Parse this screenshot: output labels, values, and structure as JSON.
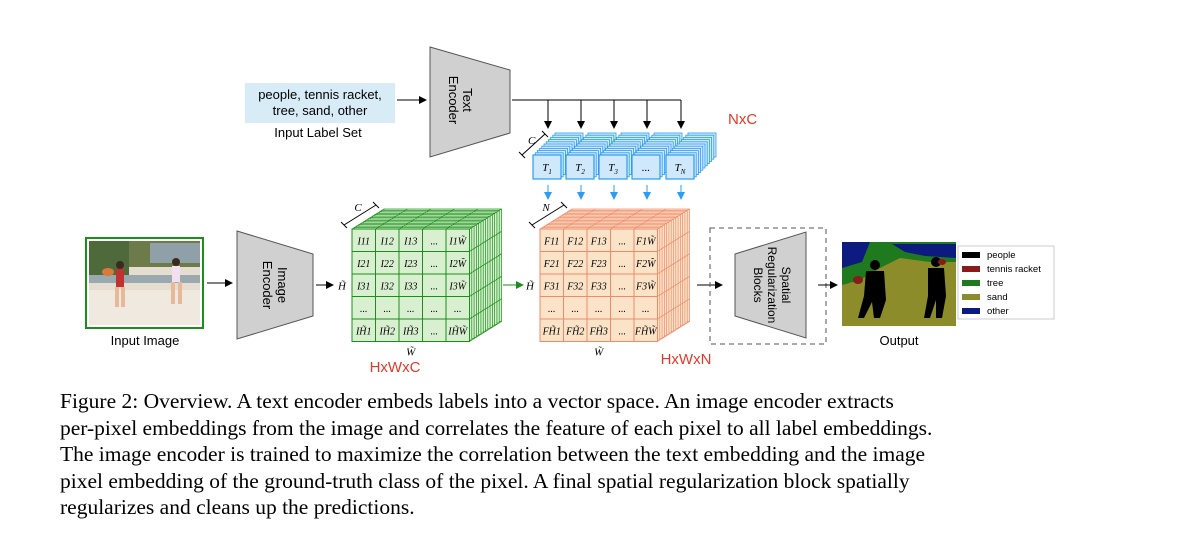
{
  "input_label_set": {
    "line1": "people, tennis racket,",
    "line2": "tree, sand, other",
    "caption": "Input Label Set"
  },
  "text_encoder": {
    "line1": "Text",
    "line2": "Encoder"
  },
  "image_encoder": {
    "line1": "Image",
    "line2": "Encoder"
  },
  "input_image_label": "Input Image",
  "nxc_label": "NxC",
  "text_embeddings": {
    "dim_label": "C",
    "tokens": [
      {
        "base": "T",
        "sub": "1"
      },
      {
        "base": "T",
        "sub": "2"
      },
      {
        "base": "T",
        "sub": "3"
      },
      {
        "base": "...",
        "sub": ""
      },
      {
        "base": "T",
        "sub": "N"
      }
    ]
  },
  "image_grid": {
    "depth_label": "C",
    "h_label": "H̃",
    "w_label": "W̃",
    "dims_label": "HxWxC",
    "rows": [
      [
        "I11",
        "I12",
        "I13",
        "...",
        "I1W̃"
      ],
      [
        "I21",
        "I22",
        "I23",
        "...",
        "I2W̃"
      ],
      [
        "I31",
        "I32",
        "I33",
        "...",
        "I3W̃"
      ],
      [
        "...",
        "...",
        "...",
        "...",
        "..."
      ],
      [
        "IH̃1",
        "IH̃2",
        "IH̃3",
        "...",
        "IH̃W̃"
      ]
    ]
  },
  "feature_grid": {
    "depth_label": "N",
    "h_label": "H̃",
    "w_label": "W̃",
    "dims_label": "HxWxN",
    "rows": [
      [
        "F11",
        "F12",
        "F13",
        "...",
        "F1W̃"
      ],
      [
        "F21",
        "F22",
        "F23",
        "...",
        "F2W̃"
      ],
      [
        "F31",
        "F32",
        "F33",
        "...",
        "F3W̃"
      ],
      [
        "...",
        "...",
        "...",
        "...",
        "..."
      ],
      [
        "FH̃1",
        "FH̃2",
        "FH̃3",
        "...",
        "FH̃W̃"
      ]
    ]
  },
  "spatial_block": {
    "line1": "Spatial",
    "line2": "Regularization",
    "line3": "Blocks"
  },
  "output_label": "Output",
  "legend": [
    {
      "label": "people",
      "color": "#000000"
    },
    {
      "label": "tennis racket",
      "color": "#8b1a1a"
    },
    {
      "label": "tree",
      "color": "#1f7a1f"
    },
    {
      "label": "sand",
      "color": "#8c8c2a"
    },
    {
      "label": "other",
      "color": "#0d1a80"
    }
  ],
  "colors": {
    "green_grid": "#1a8f1a",
    "green_fill": "#d8f0d0",
    "orange_grid": "#f08a6a",
    "orange_fill": "#fbe3c8",
    "blue_token": "#2a9df4",
    "blue_fill": "#cfe8fb",
    "red_text": "#e03a2a",
    "encoder_fill": "#d0d0d0"
  },
  "caption": [
    "Figure 2: Overview. A text encoder embeds labels into a vector space. An image encoder extracts",
    "per-pixel embeddings from the image and correlates the feature of each pixel to all label embeddings.",
    "The image encoder is trained to maximize the correlation between the text embedding and the image",
    "pixel embedding of the ground-truth class of the pixel. A final spatial regularization block spatially",
    "regularizes and cleans up the predictions."
  ]
}
